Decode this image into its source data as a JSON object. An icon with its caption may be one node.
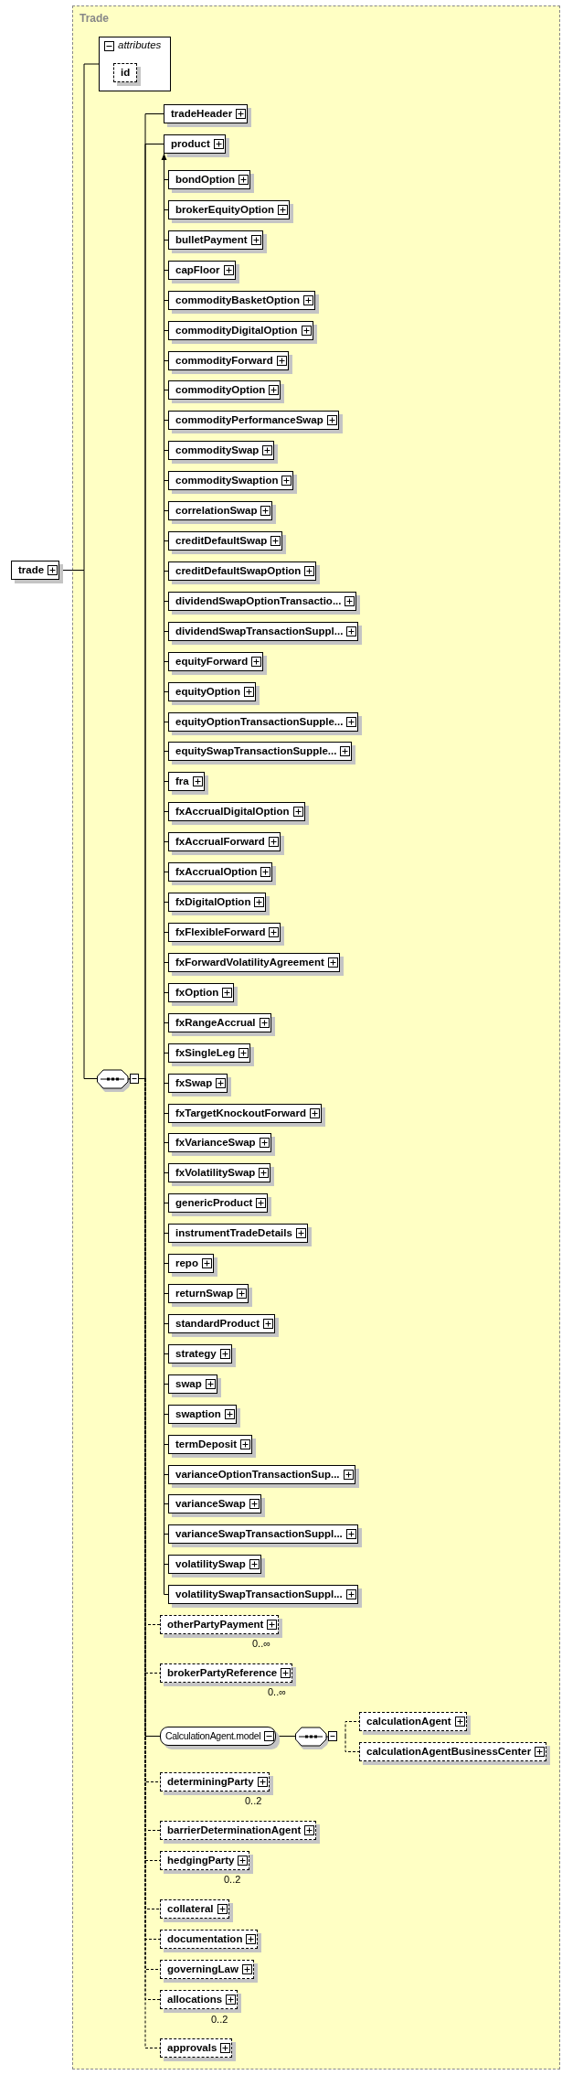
{
  "diagram": {
    "nodes": [
      {
        "text": [
          "trade"
        ]
      },
      {
        "text": [
          "Trade"
        ]
      },
      {
        "text": [
          "attributes"
        ],
        "in": 1
      },
      {
        "text": [
          "id"
        ],
        "in": 2
      },
      {
        "text": [],
        "shape": "octagon",
        "in": 1
      },
      {
        "text": [
          "tradeHeader"
        ],
        "in": 1
      },
      {
        "text": [
          "product"
        ],
        "in": 1
      },
      {
        "text": [
          "bondOption"
        ],
        "in": 1
      },
      {
        "text": [
          "brokerEquityOption"
        ],
        "in": 1
      },
      {
        "text": [
          "bulletPayment"
        ],
        "in": 1
      },
      {
        "text": [
          "capFloor"
        ],
        "in": 1
      },
      {
        "text": [
          "commodityBasketOption"
        ],
        "in": 1
      },
      {
        "text": [
          "commodityDigitalOption"
        ],
        "in": 1
      },
      {
        "text": [
          "commodityForward"
        ],
        "in": 1
      },
      {
        "text": [
          "commodityOption"
        ],
        "in": 1
      },
      {
        "text": [
          "commodityPerformanceSwap"
        ],
        "in": 1
      },
      {
        "text": [
          "commoditySwap"
        ],
        "in": 1
      },
      {
        "text": [
          "commoditySwaption"
        ],
        "in": 1
      },
      {
        "text": [
          "correlationSwap"
        ],
        "in": 1
      },
      {
        "text": [
          "creditDefaultSwap"
        ],
        "in": 1
      },
      {
        "text": [
          "creditDefaultSwapOption"
        ],
        "in": 1
      },
      {
        "text": [
          "dividendSwapOptionTransactio..."
        ],
        "in": 1
      },
      {
        "text": [
          "dividendSwapTransactionSuppl..."
        ],
        "in": 1
      },
      {
        "text": [
          "equityForward"
        ],
        "in": 1
      },
      {
        "text": [
          "equityOption"
        ],
        "in": 1
      },
      {
        "text": [
          "equityOptionTransactionSupple..."
        ],
        "in": 1
      },
      {
        "text": [
          "equitySwapTransactionSupple..."
        ],
        "in": 1
      },
      {
        "text": [
          "fra"
        ],
        "in": 1
      },
      {
        "text": [
          "fxAccrualDigitalOption"
        ],
        "in": 1
      },
      {
        "text": [
          "fxAccrualForward"
        ],
        "in": 1
      },
      {
        "text": [
          "fxAccrualOption"
        ],
        "in": 1
      },
      {
        "text": [
          "fxDigitalOption"
        ],
        "in": 1
      },
      {
        "text": [
          "fxFlexibleForward"
        ],
        "in": 1
      },
      {
        "text": [
          "fxForwardVolatilityAgreement"
        ],
        "in": 1
      },
      {
        "text": [
          "fxOption"
        ],
        "in": 1
      },
      {
        "text": [
          "fxRangeAccrual"
        ],
        "in": 1
      },
      {
        "text": [
          "fxSingleLeg"
        ],
        "in": 1
      },
      {
        "text": [
          "fxSwap"
        ],
        "in": 1
      },
      {
        "text": [
          "fxTargetKnockoutForward"
        ],
        "in": 1
      },
      {
        "text": [
          "fxVarianceSwap"
        ],
        "in": 1
      },
      {
        "text": [
          "fxVolatilitySwap"
        ],
        "in": 1
      },
      {
        "text": [
          "genericProduct"
        ],
        "in": 1
      },
      {
        "text": [
          "instrumentTradeDetails"
        ],
        "in": 1
      },
      {
        "text": [
          "repo"
        ],
        "in": 1
      },
      {
        "text": [
          "returnSwap"
        ],
        "in": 1
      },
      {
        "text": [
          "standardProduct"
        ],
        "in": 1
      },
      {
        "text": [
          "strategy"
        ],
        "in": 1
      },
      {
        "text": [
          "swap"
        ],
        "in": 1
      },
      {
        "text": [
          "swaption"
        ],
        "in": 1
      },
      {
        "text": [
          "termDeposit"
        ],
        "in": 1
      },
      {
        "text": [
          "varianceOptionTransactionSup..."
        ],
        "in": 1
      },
      {
        "text": [
          "varianceSwap"
        ],
        "in": 1
      },
      {
        "text": [
          "varianceSwapTransactionSuppl..."
        ],
        "in": 1
      },
      {
        "text": [
          "volatilitySwap"
        ],
        "in": 1
      },
      {
        "text": [
          "volatilitySwapTransactionSuppl..."
        ],
        "in": 1
      },
      {
        "text": [
          "otherPartyPayment"
        ],
        "beside": [
          "0..∞"
        ],
        "in": 1
      },
      {
        "text": [
          "brokerPartyReference"
        ],
        "beside": [
          "0..∞"
        ],
        "in": 1
      },
      {
        "text": [
          "CalculationAgent.model"
        ],
        "in": 1
      },
      {
        "text": [],
        "shape": "octagon",
        "in": 1
      },
      {
        "text": [
          "calculationAgent"
        ],
        "in": 1
      },
      {
        "text": [
          "calculationAgentBusinessCenter"
        ],
        "in": 1
      },
      {
        "text": [
          "determiningParty"
        ],
        "beside": [
          "0..2"
        ],
        "in": 1
      },
      {
        "text": [
          "barrierDeterminationAgent"
        ],
        "in": 1
      },
      {
        "text": [
          "hedgingParty"
        ],
        "beside": [
          "0..2"
        ],
        "in": 1
      },
      {
        "text": [
          "collateral"
        ],
        "in": 1
      },
      {
        "text": [
          "documentation"
        ],
        "in": 1
      },
      {
        "text": [
          "governingLaw"
        ],
        "in": 1
      },
      {
        "text": [
          "allocations"
        ],
        "beside": [
          "0..2"
        ],
        "in": 1
      },
      {
        "text": [
          "approvals"
        ],
        "in": 1
      }
    ],
    "edges": [
      {
        "from": 0,
        "to": 2,
        "arrow": "none"
      },
      {
        "from": 0,
        "to": 4,
        "arrow": "none"
      },
      {
        "from": 4,
        "to": 5,
        "arrow": "none"
      },
      {
        "from": 4,
        "to": 6,
        "arrow": "none"
      },
      {
        "from": 7,
        "to": 6,
        "arrow": "to"
      },
      {
        "from": 8,
        "to": 6,
        "arrow": "to"
      },
      {
        "from": 9,
        "to": 6,
        "arrow": "to"
      },
      {
        "from": 10,
        "to": 6,
        "arrow": "to"
      },
      {
        "from": 11,
        "to": 6,
        "arrow": "to"
      },
      {
        "from": 12,
        "to": 6,
        "arrow": "to"
      },
      {
        "from": 13,
        "to": 6,
        "arrow": "to"
      },
      {
        "from": 14,
        "to": 6,
        "arrow": "to"
      },
      {
        "from": 15,
        "to": 6,
        "arrow": "to"
      },
      {
        "from": 16,
        "to": 6,
        "arrow": "to"
      },
      {
        "from": 17,
        "to": 6,
        "arrow": "to"
      },
      {
        "from": 18,
        "to": 6,
        "arrow": "to"
      },
      {
        "from": 19,
        "to": 6,
        "arrow": "to"
      },
      {
        "from": 20,
        "to": 6,
        "arrow": "to"
      },
      {
        "from": 21,
        "to": 6,
        "arrow": "to"
      },
      {
        "from": 22,
        "to": 6,
        "arrow": "to"
      },
      {
        "from": 23,
        "to": 6,
        "arrow": "to"
      },
      {
        "from": 24,
        "to": 6,
        "arrow": "to"
      },
      {
        "from": 25,
        "to": 6,
        "arrow": "to"
      },
      {
        "from": 26,
        "to": 6,
        "arrow": "to"
      },
      {
        "from": 27,
        "to": 6,
        "arrow": "to"
      },
      {
        "from": 28,
        "to": 6,
        "arrow": "to"
      },
      {
        "from": 29,
        "to": 6,
        "arrow": "to"
      },
      {
        "from": 30,
        "to": 6,
        "arrow": "to"
      },
      {
        "from": 31,
        "to": 6,
        "arrow": "to"
      },
      {
        "from": 32,
        "to": 6,
        "arrow": "to"
      },
      {
        "from": 33,
        "to": 6,
        "arrow": "to"
      },
      {
        "from": 34,
        "to": 6,
        "arrow": "to"
      },
      {
        "from": 35,
        "to": 6,
        "arrow": "to"
      },
      {
        "from": 36,
        "to": 6,
        "arrow": "to"
      },
      {
        "from": 37,
        "to": 6,
        "arrow": "to"
      },
      {
        "from": 38,
        "to": 6,
        "arrow": "to"
      },
      {
        "from": 39,
        "to": 6,
        "arrow": "to"
      },
      {
        "from": 40,
        "to": 6,
        "arrow": "to"
      },
      {
        "from": 41,
        "to": 6,
        "arrow": "to"
      },
      {
        "from": 42,
        "to": 6,
        "arrow": "to"
      },
      {
        "from": 43,
        "to": 6,
        "arrow": "to"
      },
      {
        "from": 44,
        "to": 6,
        "arrow": "to"
      },
      {
        "from": 45,
        "to": 6,
        "arrow": "to"
      },
      {
        "from": 46,
        "to": 6,
        "arrow": "to"
      },
      {
        "from": 47,
        "to": 6,
        "arrow": "to"
      },
      {
        "from": 48,
        "to": 6,
        "arrow": "to"
      },
      {
        "from": 49,
        "to": 6,
        "arrow": "to"
      },
      {
        "from": 50,
        "to": 6,
        "arrow": "to"
      },
      {
        "from": 51,
        "to": 6,
        "arrow": "to"
      },
      {
        "from": 52,
        "to": 6,
        "arrow": "to"
      },
      {
        "from": 53,
        "to": 6,
        "arrow": "to"
      },
      {
        "from": 54,
        "to": 6,
        "arrow": "to"
      },
      {
        "from": 4,
        "to": 55,
        "arrow": "none",
        "style": "dashed"
      },
      {
        "from": 4,
        "to": 56,
        "arrow": "none",
        "style": "dashed"
      },
      {
        "from": 4,
        "to": 57,
        "arrow": "none"
      },
      {
        "from": 57,
        "to": 58,
        "arrow": "none"
      },
      {
        "from": 58,
        "to": 59,
        "arrow": "none",
        "style": "dashed"
      },
      {
        "from": 58,
        "to": 60,
        "arrow": "none",
        "style": "dashed"
      },
      {
        "from": 4,
        "to": 61,
        "arrow": "none",
        "style": "dashed"
      },
      {
        "from": 4,
        "to": 62,
        "arrow": "none",
        "style": "dashed"
      },
      {
        "from": 4,
        "to": 63,
        "arrow": "none",
        "style": "dashed"
      },
      {
        "from": 4,
        "to": 64,
        "arrow": "none",
        "style": "dashed"
      },
      {
        "from": 4,
        "to": 65,
        "arrow": "none",
        "style": "dashed"
      },
      {
        "from": 4,
        "to": 66,
        "arrow": "none",
        "style": "dashed"
      },
      {
        "from": 4,
        "to": 67,
        "arrow": "none",
        "style": "dashed"
      },
      {
        "from": 4,
        "to": 68,
        "arrow": "none",
        "style": "dashed"
      }
    ]
  }
}
